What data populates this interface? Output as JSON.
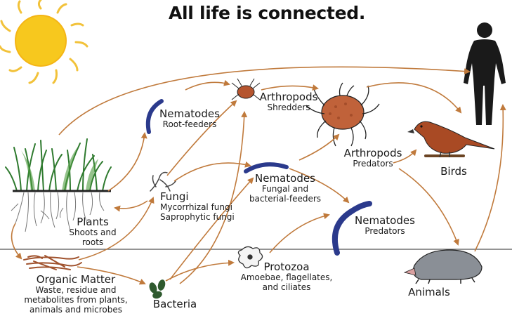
{
  "title": "All life is connected.",
  "nodes": {
    "plants": {
      "name": "Plants",
      "desc": [
        "Shoots and",
        "roots"
      ]
    },
    "organic": {
      "name": "Organic Matter",
      "desc": [
        "Waste, residue and",
        "metabolites from plants,",
        "animals and microbes"
      ]
    },
    "bacteria": {
      "name": "Bacteria"
    },
    "fungi": {
      "name": "Fungi",
      "desc": [
        "Mycorrhizal fungi",
        "Saprophytic fungi"
      ]
    },
    "nem_root": {
      "name": "Nematodes",
      "desc": [
        "Root-feeders"
      ]
    },
    "nem_fungal": {
      "name": "Nematodes",
      "desc": [
        "Fungal and",
        "bacterial-feeders"
      ]
    },
    "nem_pred": {
      "name": "Nematodes",
      "desc": [
        "Predators"
      ]
    },
    "protozoa": {
      "name": "Protozoa",
      "desc": [
        "Amoebae, flagellates,",
        "and ciliates"
      ]
    },
    "arth_shred": {
      "name": "Arthropods",
      "desc": [
        "Shredders"
      ]
    },
    "arth_pred": {
      "name": "Arthropods",
      "desc": [
        "Predators"
      ]
    },
    "birds": {
      "name": "Birds"
    },
    "animals": {
      "name": "Animals"
    }
  },
  "colors": {
    "arrow": "#c07a3c",
    "sun": "#f7c81e",
    "sun_ray": "#f2c23a",
    "ground_line": "#555555",
    "grass": "#2e7a2e",
    "nematode": "#2b3a8c",
    "mite": "#c0623a",
    "bird": "#a94a24",
    "mole": "#8a8f96",
    "human": "#1a1a1a",
    "bacteria": "#2f5a2f"
  },
  "icons": [
    "sun-icon",
    "grass-roots-icon",
    "organic-matter-icon",
    "bacteria-icon",
    "fungi-icon",
    "nematode-icon",
    "mite-icon",
    "protozoa-icon",
    "spider-mite-icon",
    "bird-icon",
    "mole-icon",
    "human-icon"
  ]
}
